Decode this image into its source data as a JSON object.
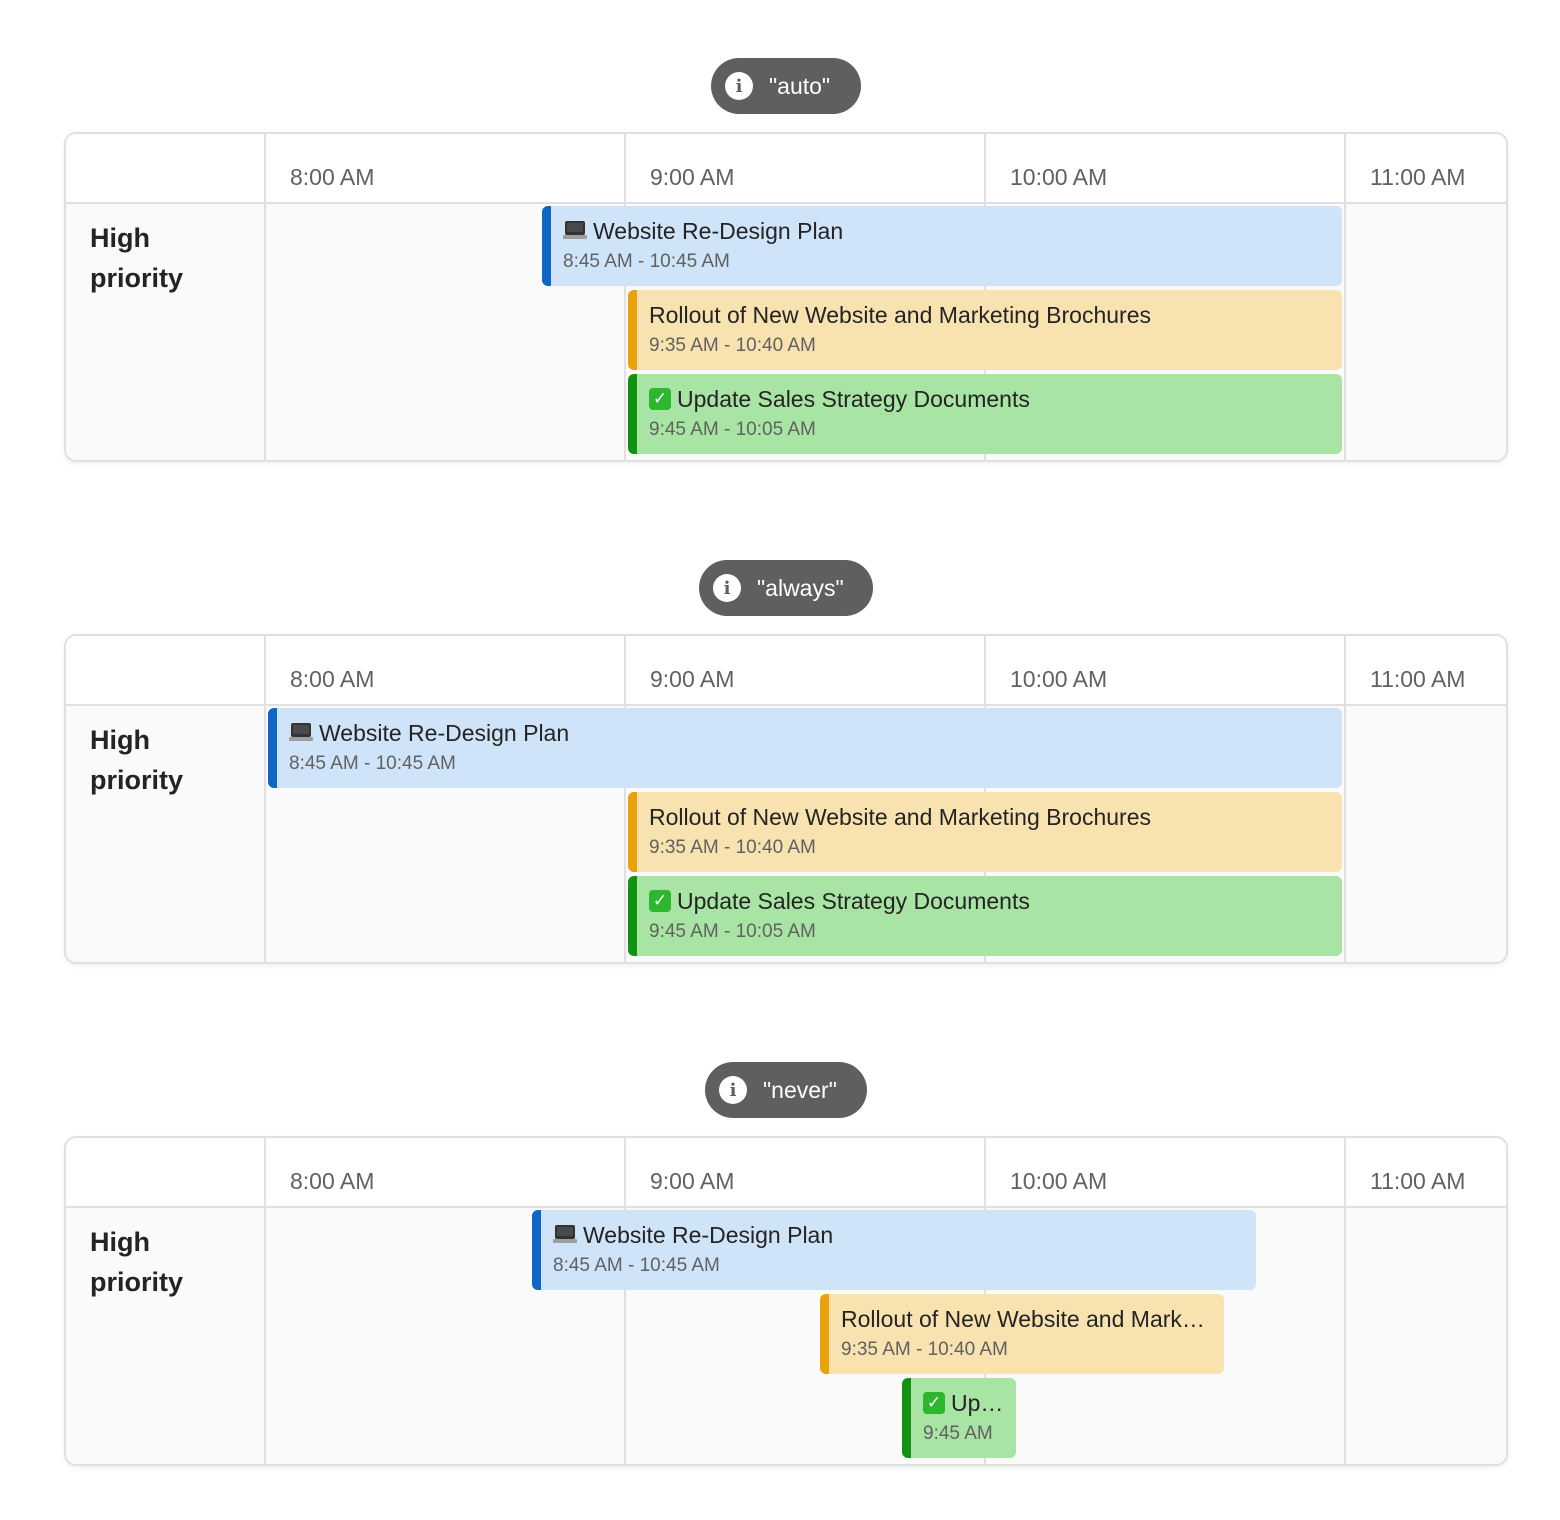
{
  "row_label": "High priority",
  "hours": [
    "8:00 AM",
    "9:00 AM",
    "10:00 AM",
    "11:00 AM"
  ],
  "sections": [
    {
      "mode_label": "\"auto\"",
      "events": [
        {
          "title": "Website Re-Design Plan",
          "time": "8:45 AM - 10:45 AM",
          "icon": "laptop-icon",
          "color": "blue"
        },
        {
          "title": "Rollout of New Website and Marketing Brochures",
          "time": "9:35 AM - 10:40 AM",
          "icon": "",
          "color": "orange"
        },
        {
          "title": "Update Sales Strategy Documents",
          "time": "9:45 AM - 10:05 AM",
          "icon": "check-icon",
          "color": "green"
        }
      ]
    },
    {
      "mode_label": "\"always\"",
      "events": [
        {
          "title": "Website Re-Design Plan",
          "time": "8:45 AM - 10:45 AM",
          "icon": "laptop-icon",
          "color": "blue"
        },
        {
          "title": "Rollout of New Website and Marketing Brochures",
          "time": "9:35 AM - 10:40 AM",
          "icon": "",
          "color": "orange"
        },
        {
          "title": "Update Sales Strategy Documents",
          "time": "9:45 AM - 10:05 AM",
          "icon": "check-icon",
          "color": "green"
        }
      ]
    },
    {
      "mode_label": "\"never\"",
      "events": [
        {
          "title": "Website Re-Design Plan",
          "time": "8:45 AM - 10:45 AM",
          "icon": "laptop-icon",
          "color": "blue"
        },
        {
          "title": "Rollout of New Website and Marketing Brochures",
          "time": "9:35 AM - 10:40 AM",
          "icon": "",
          "color": "orange"
        },
        {
          "title": "Update Sales Strategy Documents",
          "time": "9:45 AM",
          "icon": "check-icon",
          "color": "green"
        }
      ]
    }
  ],
  "colors": {
    "blue_accent": "#1066c4",
    "orange_accent": "#eba10a",
    "green_accent": "#129212"
  }
}
